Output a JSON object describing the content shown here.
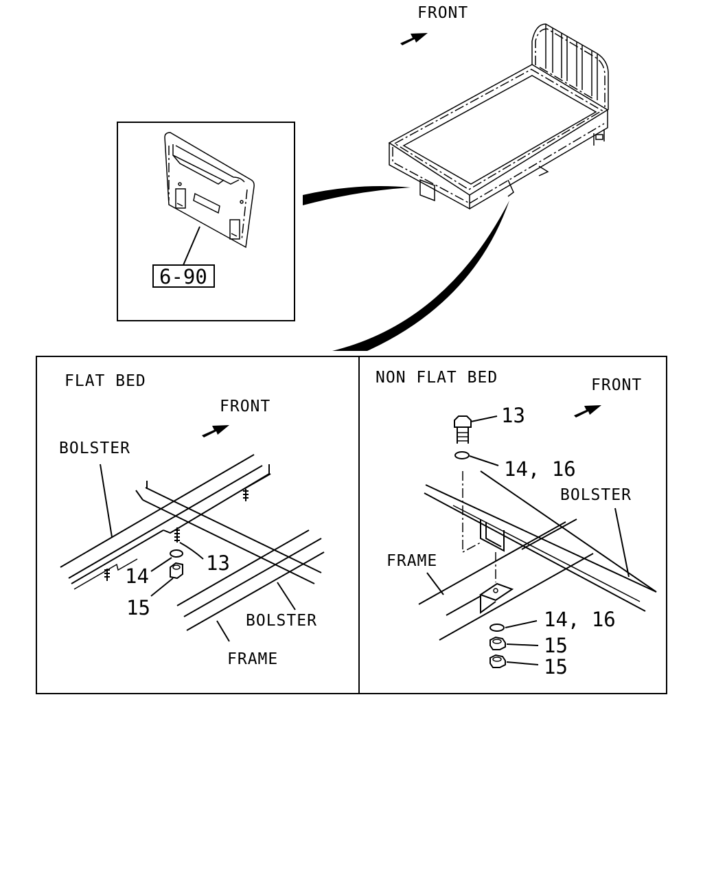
{
  "top": {
    "front_label": "FRONT",
    "ref_label": "6-90"
  },
  "flat_bed": {
    "title": "FLAT BED",
    "front_label": "FRONT",
    "bolster_top": "BOLSTER",
    "bolster_bottom": "BOLSTER",
    "frame": "FRAME",
    "callout_13": "13",
    "callout_14": "14",
    "callout_15": "15"
  },
  "non_flat_bed": {
    "title": "NON FLAT BED",
    "front_label": "FRONT",
    "callout_13": "13",
    "callout_14_16_top": "14, 16",
    "bolster": "BOLSTER",
    "frame": "FRAME",
    "callout_14_16_bottom": "14, 16",
    "callout_15_a": "15",
    "callout_15_b": "15"
  }
}
